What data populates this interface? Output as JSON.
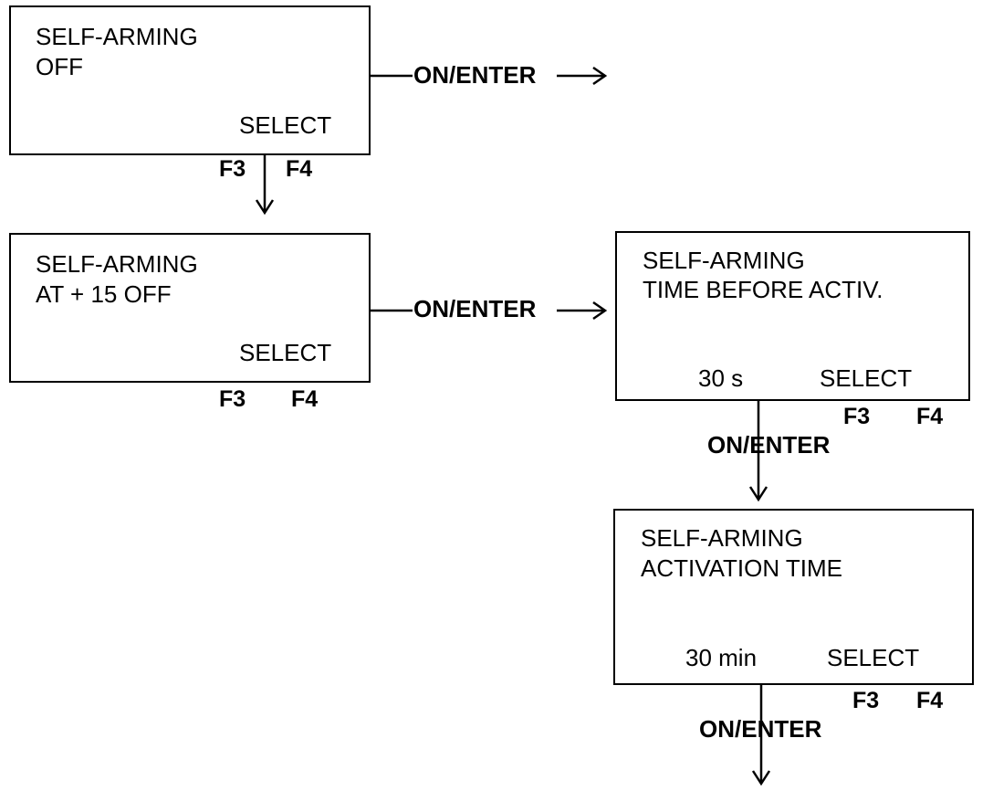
{
  "screens": [
    {
      "line1": "SELF-ARMING",
      "line2": "OFF",
      "value": "",
      "softkey": "SELECT",
      "f3": "F3",
      "f4": "F4"
    },
    {
      "line1": "SELF-ARMING",
      "line2": "AT + 15 OFF",
      "value": "",
      "softkey": "SELECT",
      "f3": "F3",
      "f4": "F4"
    },
    {
      "line1": "SELF-ARMING",
      "line2": "TIME BEFORE ACTIV.",
      "value": "30 s",
      "softkey": "SELECT",
      "f3": "F3",
      "f4": "F4"
    },
    {
      "line1": "SELF-ARMING",
      "line2": "ACTIVATION TIME",
      "value": "30 min",
      "softkey": "SELECT",
      "f3": "F3",
      "f4": "F4"
    }
  ],
  "transitions": [
    {
      "label": "ON/ENTER"
    },
    {
      "label": "ON/ENTER"
    },
    {
      "label": "ON/ENTER"
    },
    {
      "label": "ON/ENTER"
    }
  ]
}
